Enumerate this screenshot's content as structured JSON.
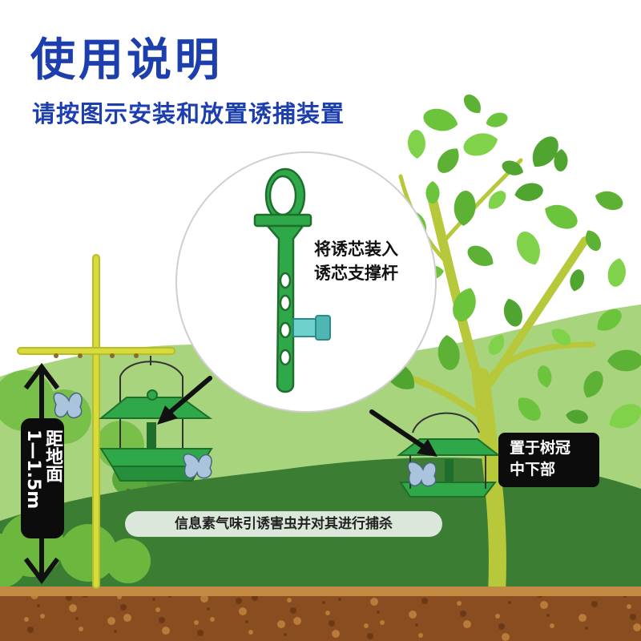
{
  "header": {
    "title": "使用说明",
    "subtitle": "请按图示安装和放置诱捕装置"
  },
  "callouts": {
    "lure_install_line1": "将诱芯装入",
    "lure_install_line2": "诱芯支撑杆",
    "height_line1": "距地面",
    "height_line2": "1—1.5m",
    "canopy_line1": "置于树冠",
    "canopy_line2": "中下部",
    "lure_effect": "信息素气味引诱害虫并对其进行捕杀"
  },
  "colors": {
    "title_blue": "#1d3fae",
    "trap_green": "#2fa84a",
    "leaf_green": "#6cc43c",
    "hill_dark": "#3a7d33",
    "soil": "#8a4d1f",
    "pole_yellow": "#d8dc3a"
  }
}
